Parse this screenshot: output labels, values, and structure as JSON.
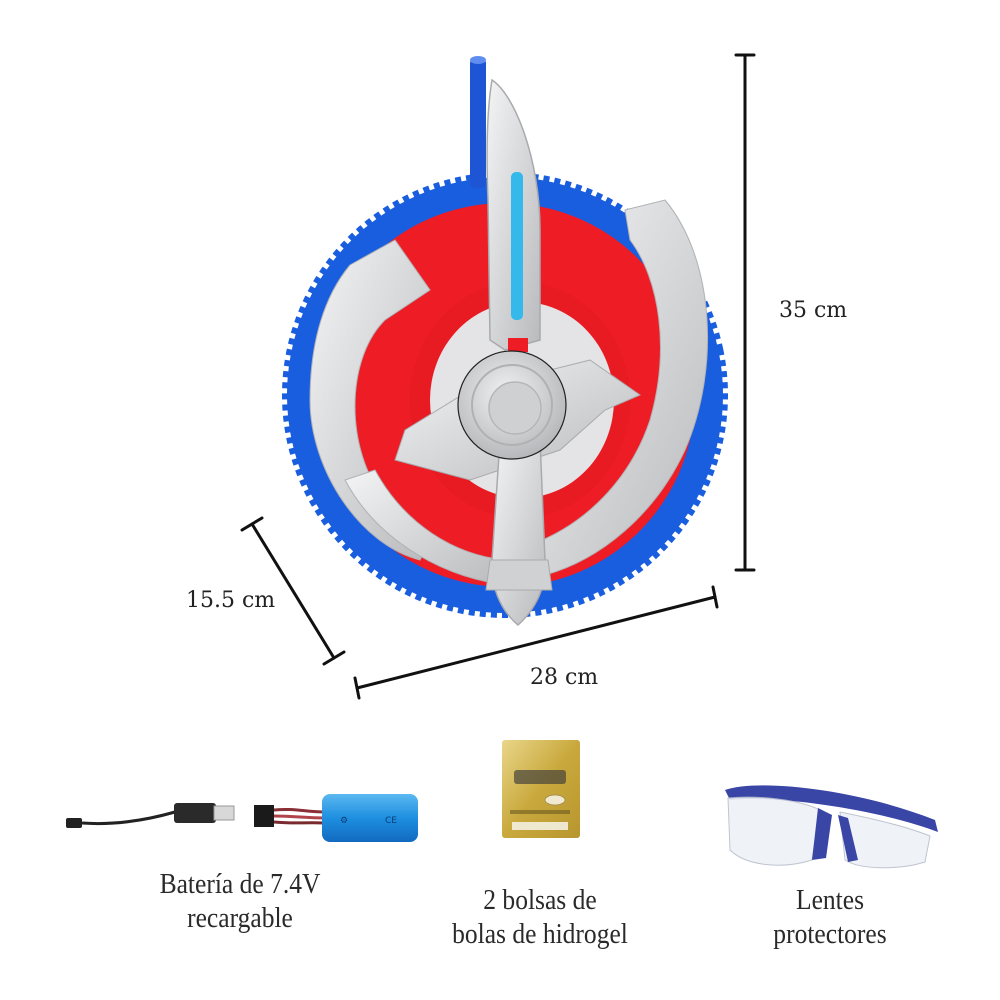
{
  "product": {
    "name": "water-gel-blaster-shield",
    "colors": {
      "blue": "#1a5ee0",
      "red": "#ee1c24",
      "silver": "#d9dadc",
      "light_blue_bar": "#35b8ea"
    }
  },
  "dimensions": {
    "height": "35 cm",
    "depth": "15.5 cm",
    "width": "28 cm"
  },
  "accessories": [
    {
      "id": "battery",
      "line1": "Batería de 7.4V",
      "line2": "recargable"
    },
    {
      "id": "gel-balls",
      "line1": "2 bolsas de",
      "line2": "bolas de hidrogel"
    },
    {
      "id": "glasses",
      "line1": "Lentes",
      "line2": "protectores"
    }
  ]
}
